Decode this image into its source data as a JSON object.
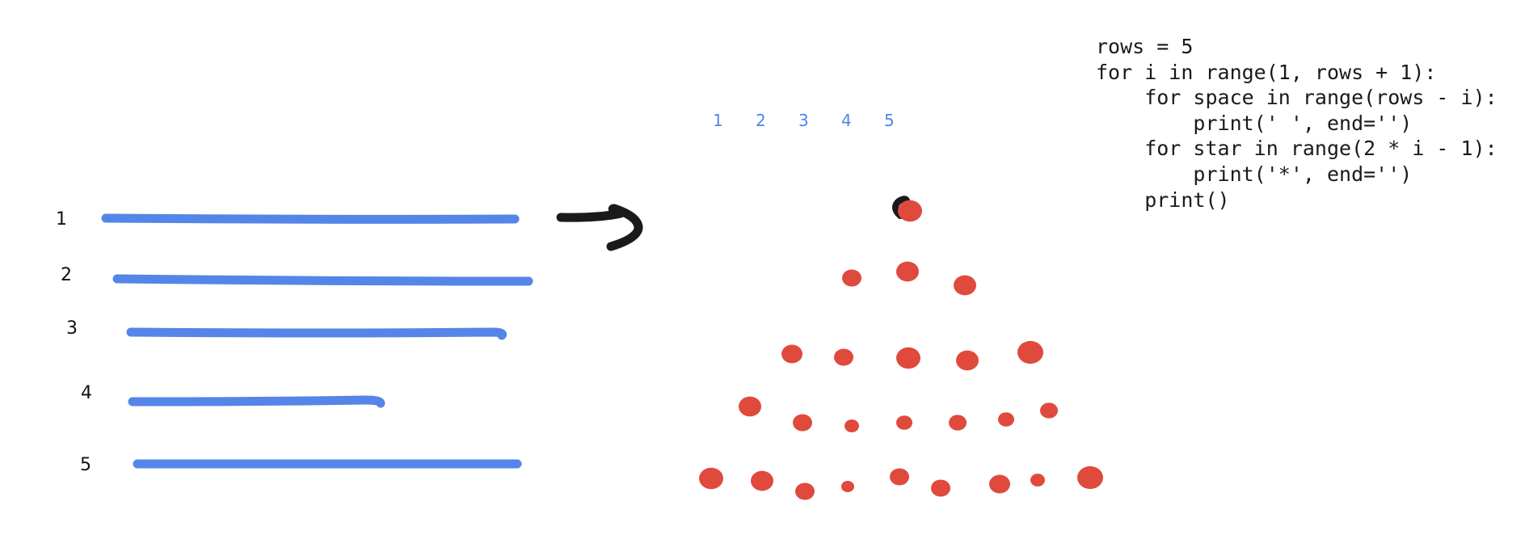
{
  "diagram": {
    "row_labels": [
      "1",
      "2",
      "3",
      "4",
      "5"
    ],
    "column_labels": [
      "1",
      "2",
      "3",
      "4",
      "5"
    ],
    "stars_per_row": [
      1,
      3,
      5,
      7,
      9
    ],
    "colors": {
      "line": "#5585e8",
      "arrow": "#1a1a1a",
      "dot": "#df4a3d",
      "column_label": "#4f86e8",
      "row_label": "#111111"
    }
  },
  "code": {
    "lines": [
      "rows = 5",
      "for i in range(1, rows + 1):",
      "    for space in range(rows - i):",
      "        print(' ', end='')",
      "    for star in range(2 * i - 1):",
      "        print('*', end='')",
      "    print()"
    ]
  }
}
